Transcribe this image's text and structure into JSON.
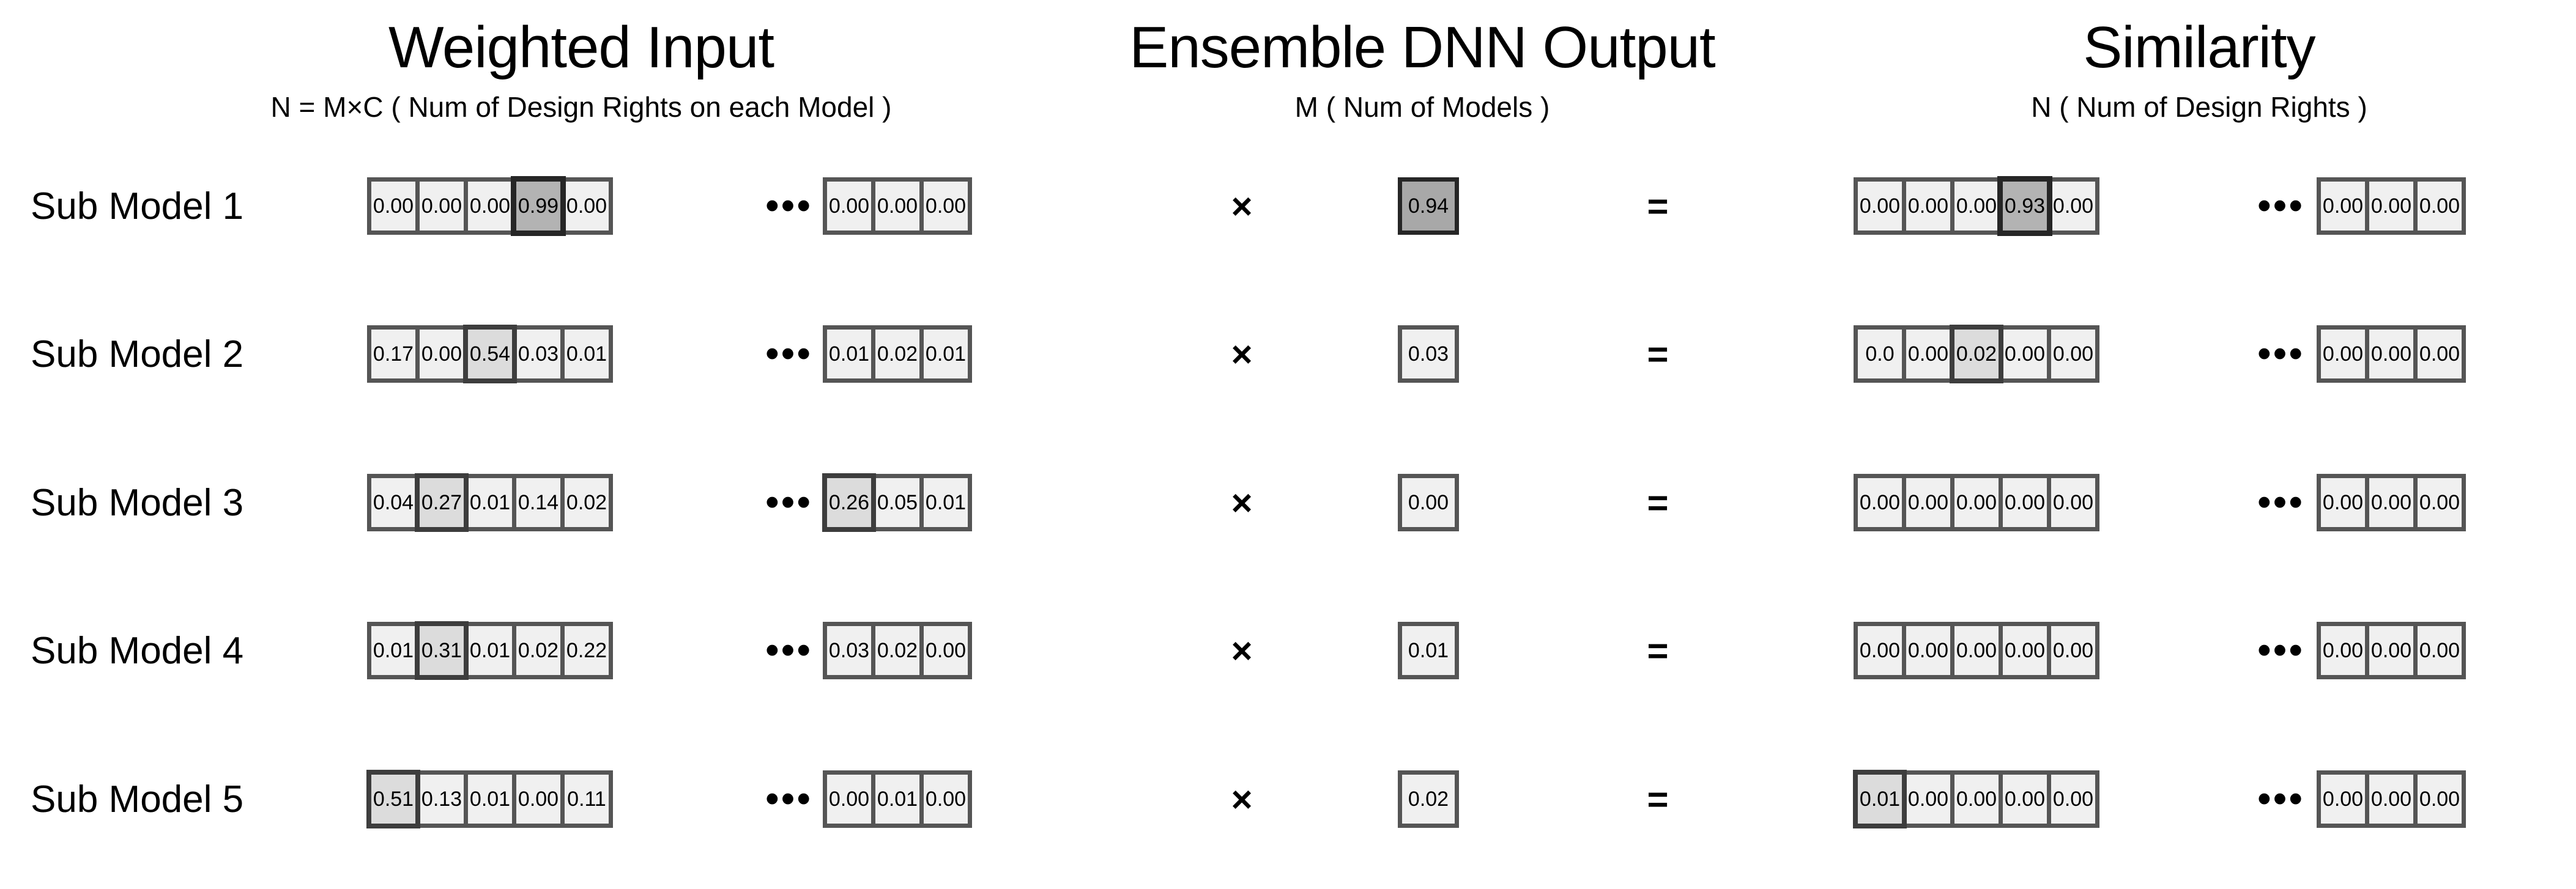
{
  "headers": {
    "weighted_input": {
      "title": "Weighted Input",
      "subtitle": "N = M×C ( Num of Design Rights on each Model )"
    },
    "ensemble_output": {
      "title": "Ensemble DNN Output",
      "subtitle": "M ( Num of  Models )"
    },
    "similarity": {
      "title": "Similarity",
      "subtitle": "N ( Num of Design Rights )"
    }
  },
  "operators": {
    "multiply": "×",
    "equals": "=",
    "ellipsis": "•••"
  },
  "colors": {
    "cell_fill": "#f0f0f0",
    "border": "#555555",
    "highlight_strong_fill": "#b3b3b3",
    "highlight_strong_border": "#262626",
    "highlight_soft_fill": "#dcdcdc",
    "highlight_soft_border": "#3d3d3d",
    "background": "#ffffff",
    "text": "#000000"
  },
  "chart_data": {
    "type": "table",
    "title": "Ensemble DNN weighted input × model output = similarity",
    "row_labels": [
      "Sub Model 1",
      "Sub Model 2",
      "Sub Model 3",
      "Sub Model 4",
      "Sub Model 5"
    ],
    "columns": [
      "Weighted Input",
      "Ensemble DNN Output",
      "Similarity"
    ],
    "rows": [
      {
        "label": "Sub Model 1",
        "weighted_input_left": [
          "0.00",
          "0.00",
          "0.00",
          "0.99",
          "0.00"
        ],
        "weighted_input_right": [
          "0.00",
          "0.00",
          "0.00"
        ],
        "weighted_input_highlight": {
          "left_index": 3,
          "style": "strong"
        },
        "ensemble_output": "0.94",
        "ensemble_output_highlight": "strong",
        "similarity_left": [
          "0.00",
          "0.00",
          "0.00",
          "0.93",
          "0.00"
        ],
        "similarity_right": [
          "0.00",
          "0.00",
          "0.00"
        ],
        "similarity_highlight": {
          "left_index": 3,
          "style": "strong"
        }
      },
      {
        "label": "Sub Model 2",
        "weighted_input_left": [
          "0.17",
          "0.00",
          "0.54",
          "0.03",
          "0.01"
        ],
        "weighted_input_right": [
          "0.01",
          "0.02",
          "0.01"
        ],
        "weighted_input_highlight": {
          "left_index": 2,
          "style": "soft"
        },
        "ensemble_output": "0.03",
        "ensemble_output_highlight": "none",
        "similarity_left": [
          "0.0",
          "0.00",
          "0.02",
          "0.00",
          "0.00"
        ],
        "similarity_right": [
          "0.00",
          "0.00",
          "0.00"
        ],
        "similarity_highlight": {
          "left_index": 2,
          "style": "soft"
        }
      },
      {
        "label": "Sub Model 3",
        "weighted_input_left": [
          "0.04",
          "0.27",
          "0.01",
          "0.14",
          "0.02"
        ],
        "weighted_input_right": [
          "0.26",
          "0.05",
          "0.01"
        ],
        "weighted_input_highlight": {
          "left_index": 1,
          "style": "soft",
          "right_index": 0,
          "right_style": "soft"
        },
        "ensemble_output": "0.00",
        "ensemble_output_highlight": "none",
        "similarity_left": [
          "0.00",
          "0.00",
          "0.00",
          "0.00",
          "0.00"
        ],
        "similarity_right": [
          "0.00",
          "0.00",
          "0.00"
        ],
        "similarity_highlight": null
      },
      {
        "label": "Sub Model 4",
        "weighted_input_left": [
          "0.01",
          "0.31",
          "0.01",
          "0.02",
          "0.22"
        ],
        "weighted_input_right": [
          "0.03",
          "0.02",
          "0.00"
        ],
        "weighted_input_highlight": {
          "left_index": 1,
          "style": "soft"
        },
        "ensemble_output": "0.01",
        "ensemble_output_highlight": "none",
        "similarity_left": [
          "0.00",
          "0.00",
          "0.00",
          "0.00",
          "0.00"
        ],
        "similarity_right": [
          "0.00",
          "0.00",
          "0.00"
        ],
        "similarity_highlight": null
      },
      {
        "label": "Sub Model 5",
        "weighted_input_left": [
          "0.51",
          "0.13",
          "0.01",
          "0.00",
          "0.11"
        ],
        "weighted_input_right": [
          "0.00",
          "0.01",
          "0.00"
        ],
        "weighted_input_highlight": {
          "left_index": 0,
          "style": "soft"
        },
        "ensemble_output": "0.02",
        "ensemble_output_highlight": "none",
        "similarity_left": [
          "0.01",
          "0.00",
          "0.00",
          "0.00",
          "0.00"
        ],
        "similarity_right": [
          "0.00",
          "0.00",
          "0.00"
        ],
        "similarity_highlight": {
          "left_index": 0,
          "style": "soft"
        }
      }
    ]
  }
}
